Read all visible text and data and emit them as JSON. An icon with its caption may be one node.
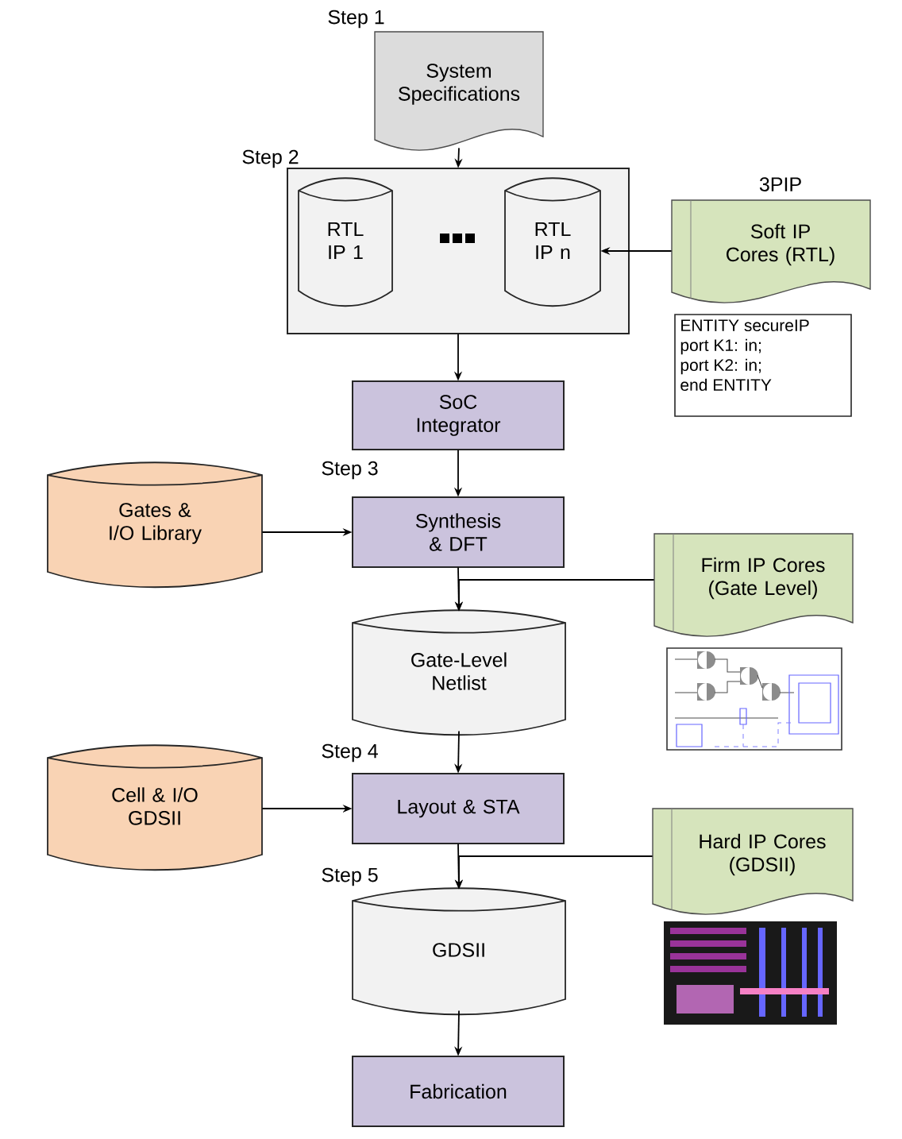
{
  "diagram": {
    "nodes": [
      {
        "text": [
          "System Specifications"
        ]
      },
      {
        "text": [],
        "shape": "box"
      },
      {
        "text": [
          "RTL IP 1"
        ],
        "in": 1
      },
      {
        "text": [
          "RTL IP n"
        ],
        "in": 1
      },
      {
        "text": [
          "3PIP",
          "Soft IP Cores (RTL)"
        ]
      },
      {
        "text": [
          "ENTITY secureIP",
          "port K1: in;",
          "port K2: in;",
          "end ENTITY"
        ]
      },
      {
        "text": [
          "SoC Integrator"
        ]
      },
      {
        "text": [
          "Synthesis & DFT"
        ]
      },
      {
        "text": [
          "Gates & I/O Library"
        ]
      },
      {
        "text": [
          "Firm IP Cores (Gate Level)"
        ]
      },
      {
        "text": [
          "Gate-Level Netlist"
        ]
      },
      {
        "text": [
          "Cell & I/O GDSII"
        ]
      },
      {
        "text": [
          "Layout & STA"
        ]
      },
      {
        "text": [
          "Hard IP Cores (GDSII)"
        ]
      },
      {
        "text": [
          "GDSII"
        ]
      },
      {
        "text": [
          "Fabrication"
        ]
      }
    ],
    "edges": [
      {
        "from": 0,
        "to": 1,
        "arrow": "to"
      },
      {
        "from": 4,
        "to": 3,
        "arrow": "to"
      },
      {
        "from": 1,
        "to": 6,
        "arrow": "to"
      },
      {
        "from": 6,
        "to": 7,
        "arrow": "to"
      },
      {
        "from": 8,
        "to": 7,
        "arrow": "to"
      },
      {
        "from": 7,
        "to": 10,
        "arrow": "to"
      },
      {
        "from": 9,
        "to": 10,
        "arrow": "to"
      },
      {
        "from": 10,
        "to": 12,
        "arrow": "to"
      },
      {
        "from": 11,
        "to": 12,
        "arrow": "to"
      },
      {
        "from": 12,
        "to": 14,
        "arrow": "to"
      },
      {
        "from": 13,
        "to": 14,
        "arrow": "to"
      },
      {
        "from": 14,
        "to": 15,
        "arrow": "to"
      }
    ],
    "labels": [
      "Step 1",
      "Step 2",
      "Step 3",
      "Step 4",
      "Step 5"
    ]
  }
}
